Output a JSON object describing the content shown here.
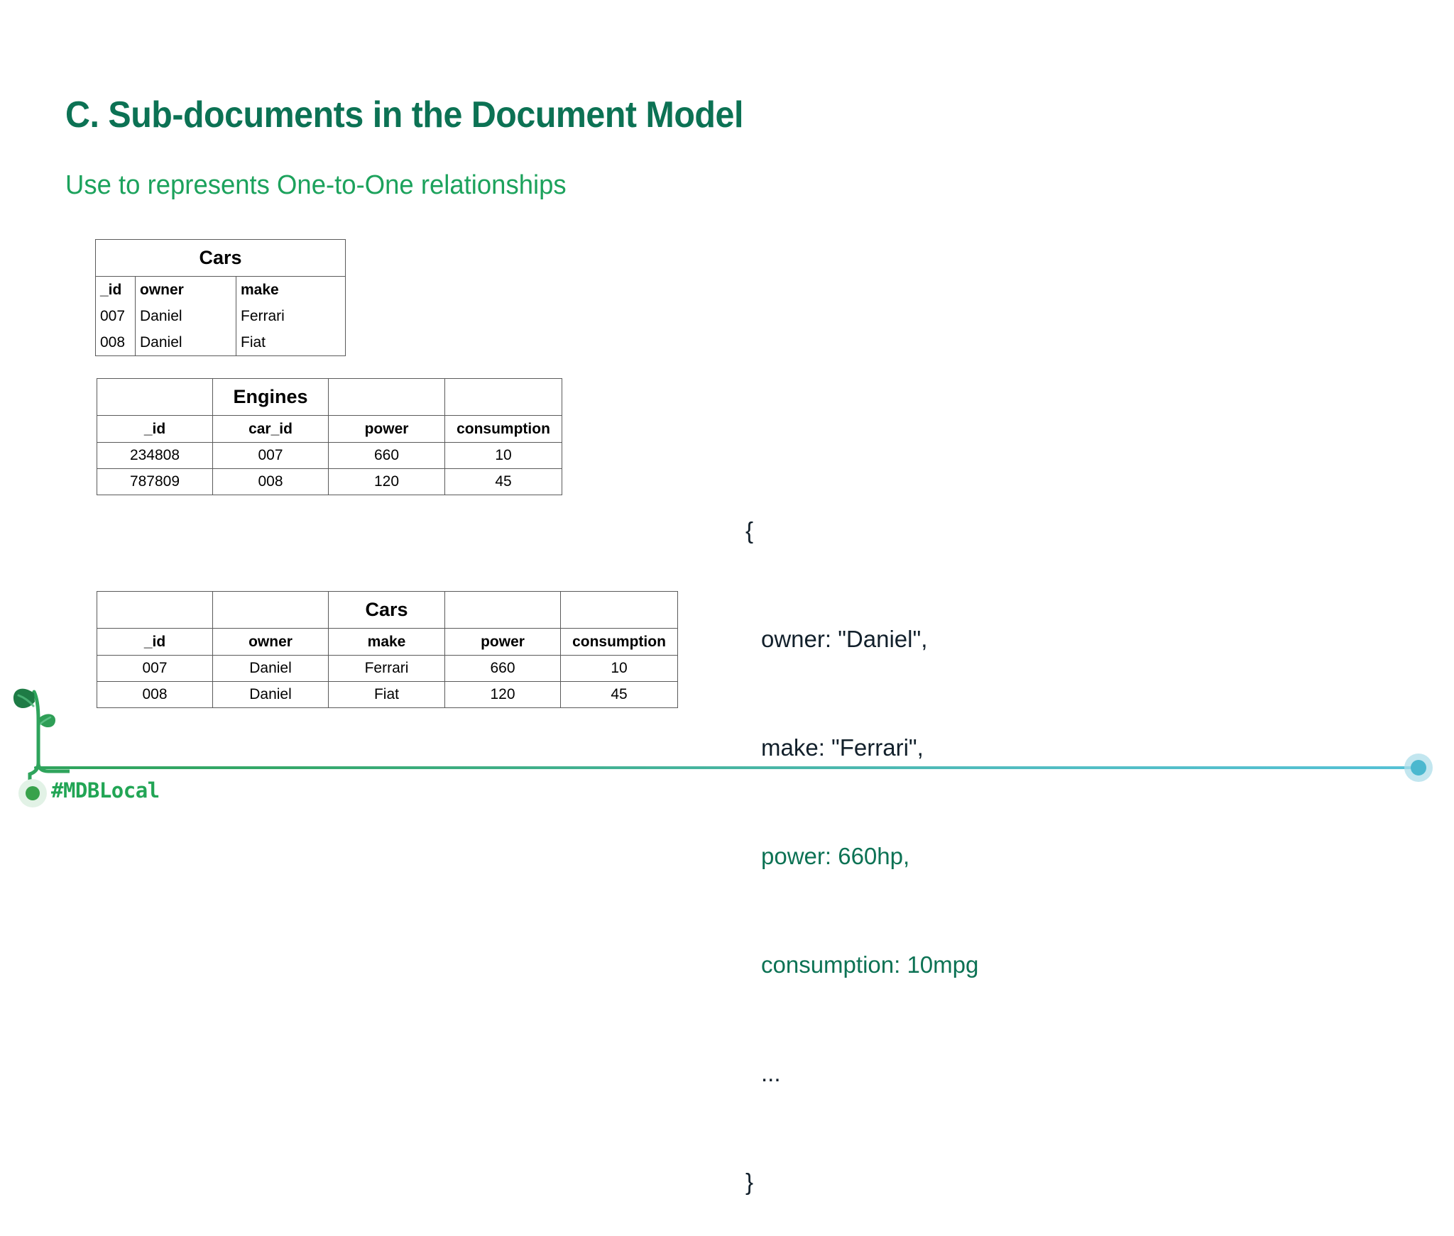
{
  "slide": {
    "title": "C. Sub-documents in the Document Model",
    "subtitle": "Use to represents One-to-One relationships"
  },
  "colors": {
    "title_green": "#0C7254",
    "subtitle_green": "#1CA25C",
    "muted_gray": "#AFAFAF",
    "json_dark": "#12202B",
    "json_green": "#0C7254",
    "footer_green": "#2FA45C",
    "footer_cyan": "#55C1D6"
  },
  "tables": {
    "cars_simple": {
      "title": "Cars",
      "headers": [
        "_id",
        "owner",
        "make"
      ],
      "rows": [
        {
          "muted": false,
          "cells": [
            "007",
            "Daniel",
            "Ferrari"
          ]
        },
        {
          "muted": true,
          "cells": [
            "008",
            "Daniel",
            "Fiat"
          ]
        }
      ]
    },
    "engines": {
      "title": "Engines",
      "title_col_index": 1,
      "headers": [
        "_id",
        "car_id",
        "power",
        "consumption"
      ],
      "rows": [
        {
          "muted": false,
          "cells": [
            "234808",
            "007",
            "660",
            "10"
          ]
        },
        {
          "muted": true,
          "cells": [
            "787809",
            "008",
            "120",
            "45"
          ]
        }
      ]
    },
    "cars_merged": {
      "title": "Cars",
      "title_col_index": 2,
      "headers": [
        "_id",
        "owner",
        "make",
        "power",
        "consumption"
      ],
      "rows": [
        {
          "muted": false,
          "cells": [
            "007",
            "Daniel",
            "Ferrari",
            "660",
            "10"
          ]
        },
        {
          "muted": true,
          "cells": [
            "008",
            "Daniel",
            "Fiat",
            "120",
            "45"
          ]
        }
      ]
    }
  },
  "json_doc": {
    "open_brace": "{",
    "lines": [
      {
        "text": "owner: \"Daniel\",",
        "green": false
      },
      {
        "text": "make: \"Ferrari\",",
        "green": false
      },
      {
        "text": "power: 660hp,",
        "green": true
      },
      {
        "text": "consumption: 10mpg",
        "green": true
      },
      {
        "text": "...",
        "green": false
      }
    ],
    "close_brace": "}"
  },
  "footer": {
    "hashtag": "#MDBLocal",
    "logo_icon": "sprout-leaf-icon"
  }
}
